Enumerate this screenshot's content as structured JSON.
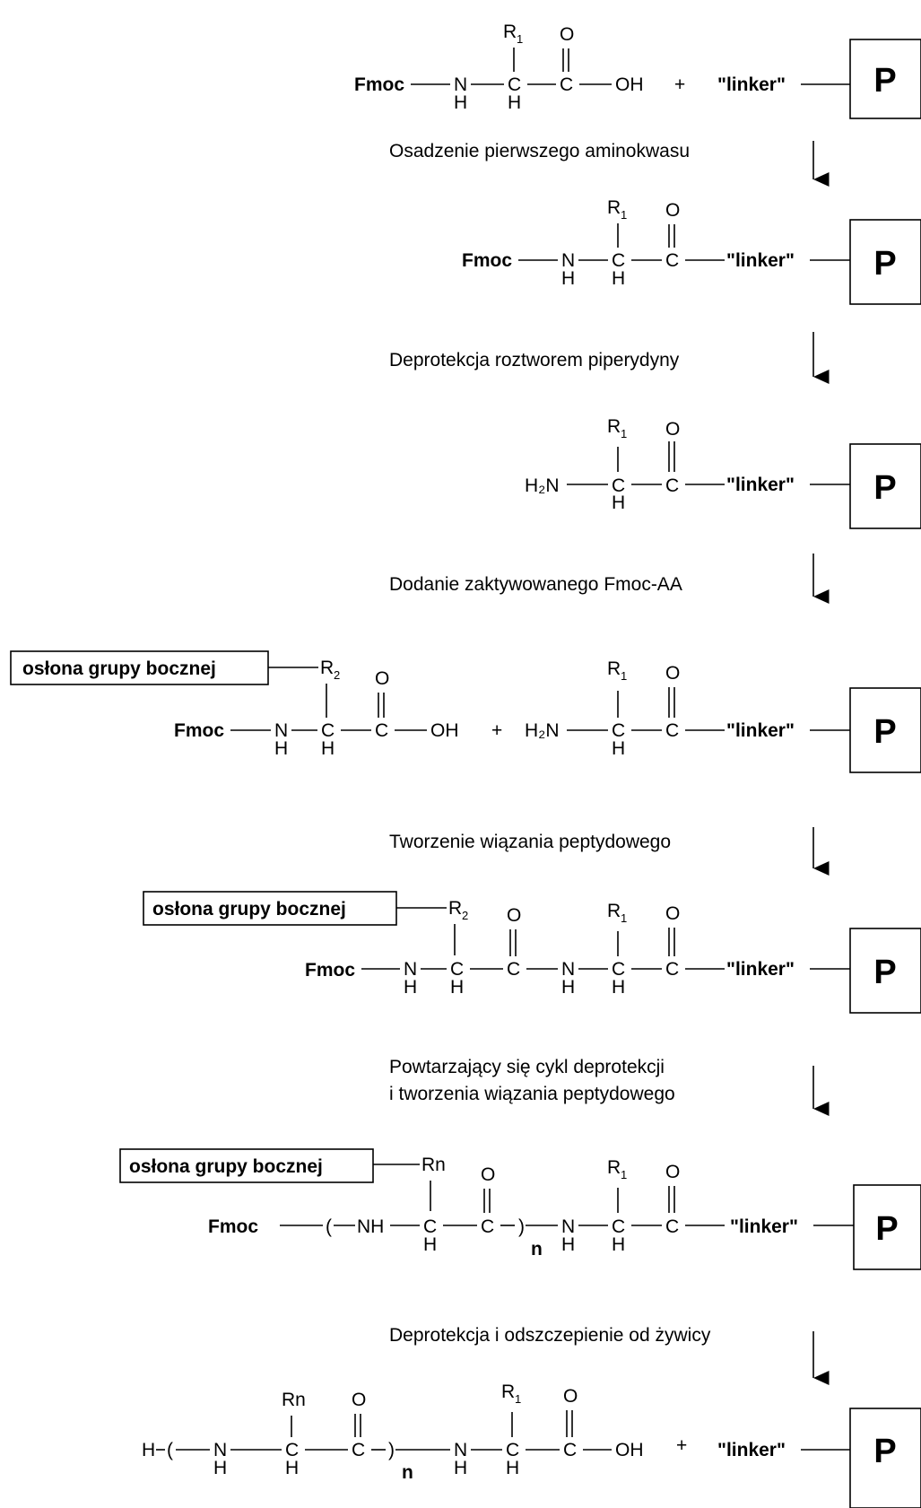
{
  "labels": {
    "fmoc": "Fmoc",
    "linker": "\"linker\"",
    "resin": "P",
    "plus": "+",
    "side_protection": "osłona grupy bocznej",
    "oh": "OH",
    "nh": "NH",
    "h2n": "H₂N",
    "h": "H",
    "n_sub": "n"
  },
  "steps": [
    "Osadzenie pierwszego aminokwasu",
    "Deprotekcja roztworem piperydyny",
    "Dodanie zaktywowanego Fmoc-AA",
    "Tworzenie wiązania peptydowego",
    "Powtarzający się cykl deprotekcji",
    "i tworzenia wiązania peptydowego",
    "Deprotekcja i odszczepienie od żywicy"
  ]
}
